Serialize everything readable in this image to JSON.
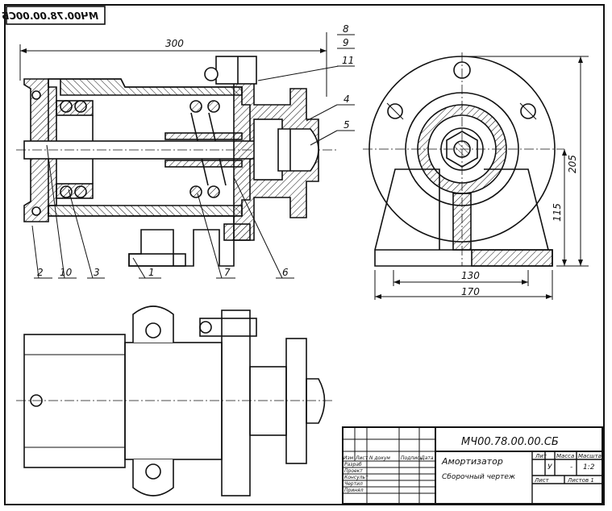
{
  "stamp": {
    "code_mirrored": "МЧ00.78.00.00СБ"
  },
  "dimensions": {
    "length_total": "300",
    "height_total": "205",
    "axis_height": "115",
    "base_inner_width": "130",
    "base_outer_width": "170"
  },
  "callouts": [
    "2",
    "10",
    "3",
    "1",
    "7",
    "6",
    "8",
    "9",
    "11",
    "4",
    "5"
  ],
  "title_block": {
    "designation": "МЧ00.78.00.00.СБ",
    "name": "Амортизатор",
    "doc_type": "Сборочный чертеж",
    "col_headers": [
      "Изм",
      "Лист",
      "N докум",
      "Подпись",
      "Дата"
    ],
    "roles": [
      "Разраб",
      "Проект",
      "Консульт",
      "Чертил",
      "Принял"
    ],
    "lit_label": "Лит",
    "mass_label": "Масса",
    "scale_label": "Масштаб",
    "lit_value": "У",
    "mass_value": "-",
    "scale_value": "1:2",
    "sheet_label": "Лист",
    "sheets_label": "Листов 1"
  }
}
